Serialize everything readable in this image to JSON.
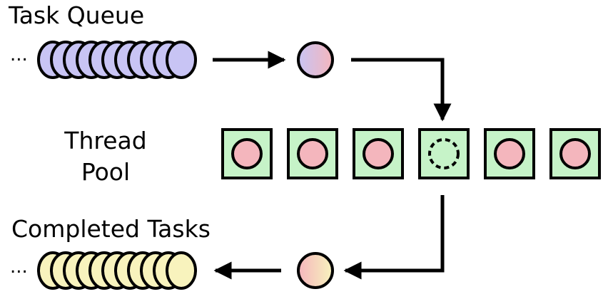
{
  "labels": {
    "task_queue": "Task Queue",
    "thread_pool_line1": "Thread",
    "thread_pool_line2": "Pool",
    "completed_tasks": "Completed Tasks",
    "ellipsis": "..."
  },
  "queue": {
    "stacked_tasks": 11
  },
  "completed": {
    "stacked_tasks": 11
  },
  "pool": {
    "threads": [
      {
        "state": "busy"
      },
      {
        "state": "busy"
      },
      {
        "state": "busy"
      },
      {
        "state": "idle"
      },
      {
        "state": "busy"
      },
      {
        "state": "busy"
      }
    ]
  },
  "colors": {
    "queue_task": "#c8c4f4",
    "task_running": "#f4b6bd",
    "completed_task": "#f8f3bd",
    "thread_box": "#c6f3c8",
    "stroke": "#000000"
  },
  "icons": {
    "arrow": "arrow-icon",
    "task": "circle-icon",
    "idle_slot": "dashed-circle-icon"
  }
}
